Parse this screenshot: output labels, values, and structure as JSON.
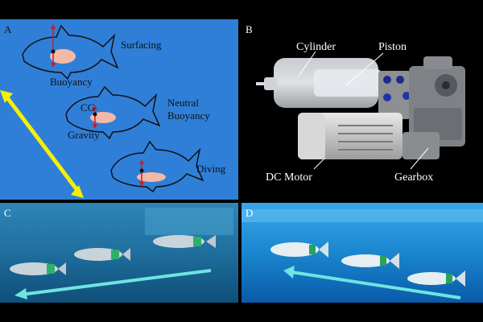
{
  "panels": {
    "a": {
      "letter": "A",
      "labels": {
        "surfacing": "Surfacing",
        "buoyancy": "Buoyancy",
        "cg": "CG",
        "gravity": "Gravity",
        "neutral_1": "Neutral",
        "neutral_2": "Buoyancy",
        "diving": "Diving"
      },
      "colors": {
        "water": "#2f7fd8",
        "arrow": "#f4f000",
        "ballast": "#f2b9a6",
        "force": "#d21a1a"
      }
    },
    "b": {
      "letter": "B",
      "labels": {
        "cylinder": "Cylinder",
        "piston": "Piston",
        "dc_motor": "DC Motor",
        "gearbox": "Gearbox"
      }
    },
    "c": {
      "letter": "C"
    },
    "d": {
      "letter": "D"
    }
  }
}
